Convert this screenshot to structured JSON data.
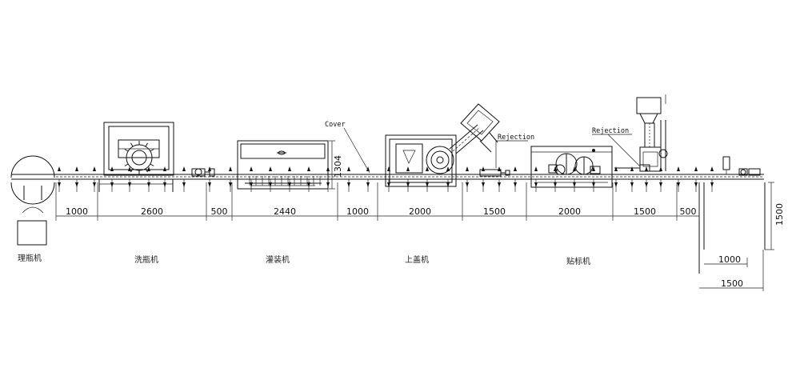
{
  "conveyor": {
    "dimensions": [
      "1000",
      "2600",
      "500",
      "2440",
      "1000",
      "2000",
      "1500",
      "2000",
      "1500",
      "500"
    ]
  },
  "vertical_dims": {
    "filler_height": "1304",
    "end_height": "1500"
  },
  "end_table": {
    "inner_width": "1000",
    "outer_width": "1500"
  },
  "labels": {
    "cover": "Cover",
    "rejection_1": "Rejection",
    "rejection_2": "Rejection"
  },
  "machines": {
    "unscrambler": "理瓶机",
    "washer": "洗瓶机",
    "filler": "灌装机",
    "capper": "上盖机",
    "labeler": "贴标机"
  }
}
